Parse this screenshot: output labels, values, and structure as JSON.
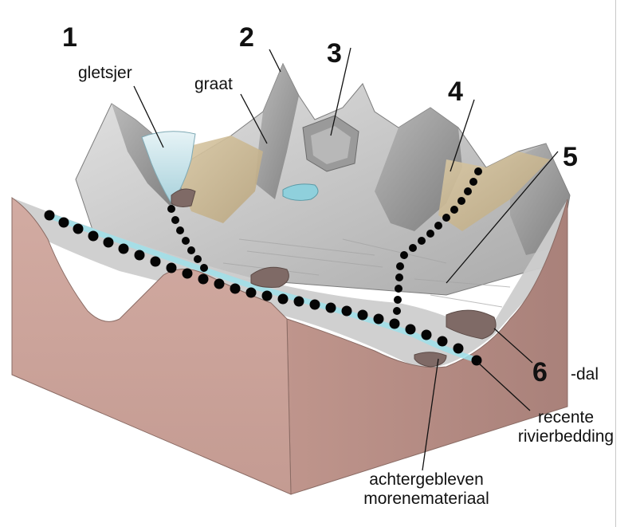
{
  "labels": {
    "n1": "1",
    "n2": "2",
    "n3": "3",
    "n4": "4",
    "n5": "5",
    "n6": "6",
    "gletsjer": "gletsjer",
    "graat": "graat",
    "dal": "-dal",
    "recente_line1": "recente",
    "recente_line2": "rivierbedding",
    "achter_line1": "achtergebleven",
    "achter_line2": "morenemateriaal"
  },
  "colors": {
    "block_front": "#c79f95",
    "block_right": "#b98e85",
    "mountain_light": "#d6d6d6",
    "mountain_dark": "#8f8f8f",
    "valley_floor": "#cfcfcf",
    "tan_slope": "#c6b48f",
    "ice": "#cfe6ec",
    "water": "#8fd0dc",
    "moraine": "#7f6a66",
    "dots": "#050505"
  }
}
